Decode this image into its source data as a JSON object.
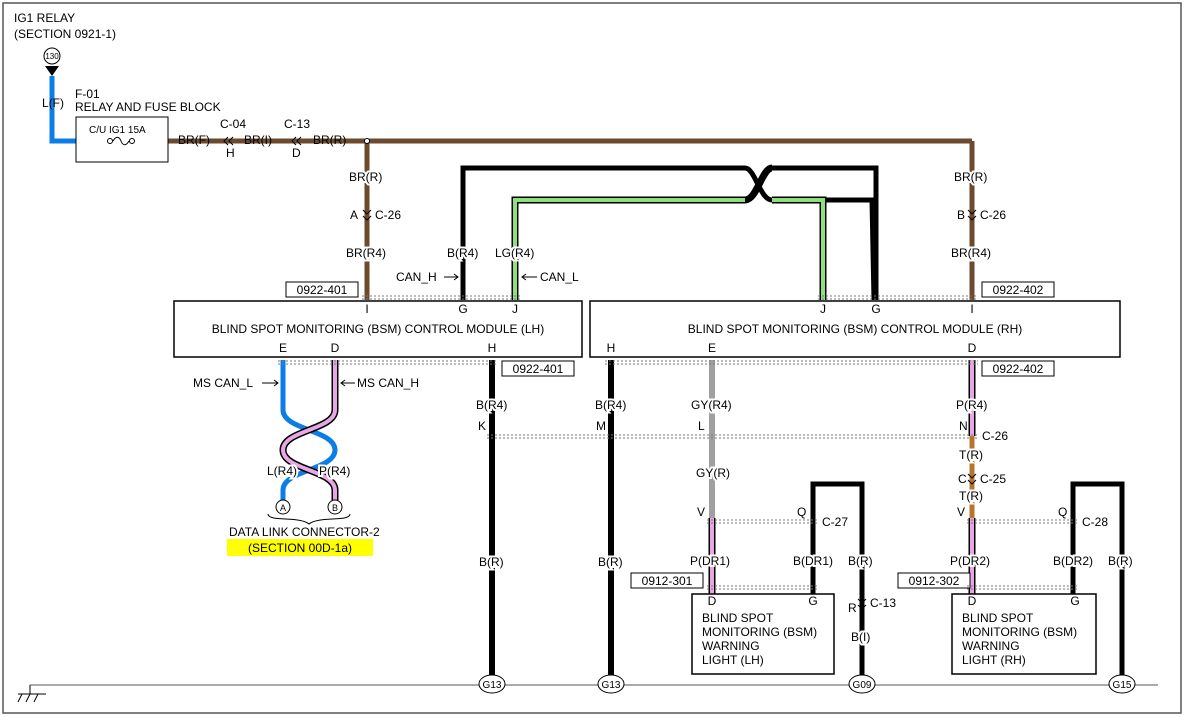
{
  "source": {
    "title": "IG1 RELAY",
    "section": "(SECTION 0921-1)",
    "terminal": "130"
  },
  "fuse_block": {
    "id": "F-01",
    "name": "RELAY AND FUSE BLOCK",
    "fuse": "C/U IG1 15A"
  },
  "colors": {
    "L": "#0a7de6",
    "BR": "#6b4a2e",
    "B": "#000000",
    "LG": "#8ee07a",
    "P": "#e9a6e4",
    "GY": "#a0a0a0",
    "T": "#b8742c",
    "highlight": "#ffff00"
  },
  "wires": {
    "lf": "L(F)",
    "brf": "BR(F)",
    "bri": "BR(I)",
    "brr_top": "BR(R)",
    "brr_lh": "BR(R)",
    "br4_lh": "BR(R4)",
    "b4_canh": "B(R4)",
    "lg4": "LG(R4)",
    "brr_rh": "BR(R)",
    "br4_rh": "BR(R4)",
    "ms_l4": "L(R4)",
    "ms_p4": "P(R4)",
    "lh_b4": "B(R4)",
    "lh_br": "B(R)",
    "rhh_b4": "B(R4)",
    "rhh_br": "B(R)",
    "gy4": "GY(R4)",
    "gyr": "GY(R)",
    "pdr1": "P(DR1)",
    "bdr1": "B(DR1)",
    "br_g09": "B(R)",
    "bi_g09": "B(I)",
    "p4_rh": "P(R4)",
    "tr1": "T(R)",
    "tr2": "T(R)",
    "pdr2": "P(DR2)",
    "bdr2": "B(DR2)",
    "br_g15": "B(R)"
  },
  "connectors": {
    "c04": "C-04",
    "c04_pin": "H",
    "c13": "C-13",
    "c13_pin": "D",
    "c26_lh": "C-26",
    "c26_lh_pin": "A",
    "c26_rh": "C-26",
    "c26_rh_pin": "B",
    "c26_mid": "C-26",
    "pin_k": "K",
    "pin_m": "M",
    "pin_l": "L",
    "pin_n": "N",
    "c25": "C-25",
    "c25_pin": "C",
    "c27": "C-27",
    "c27_v": "V",
    "c27_q": "Q",
    "c28": "C-28",
    "c28_v": "V",
    "c28_q": "Q",
    "c13b": "C-13",
    "c13b_pin": "R"
  },
  "signals": {
    "can_h": "CAN_H",
    "can_l": "CAN_L",
    "ms_can_l": "MS CAN_L",
    "ms_can_h": "MS CAN_H"
  },
  "modules": {
    "lh": {
      "name": "BLIND SPOT MONITORING (BSM) CONTROL MODULE (LH)",
      "ref_top": "0922-401",
      "ref_bottom": "0922-401",
      "pins_top": [
        "I",
        "G",
        "J"
      ],
      "pins_bottom": [
        "E",
        "D",
        "H"
      ]
    },
    "rh": {
      "name": "BLIND SPOT MONITORING (BSM) CONTROL MODULE (RH)",
      "ref_top": "0922-402",
      "ref_bottom": "0922-402",
      "pins_top": [
        "J",
        "G",
        "I"
      ],
      "pins_bottom": [
        "H",
        "E",
        "D"
      ]
    },
    "warn_lh": {
      "lines": [
        "BLIND SPOT",
        "MONITORING (BSM)",
        "WARNING",
        "LIGHT (LH)"
      ],
      "ref": "0912-301",
      "pins": [
        "D",
        "G"
      ]
    },
    "warn_rh": {
      "lines": [
        "BLIND SPOT",
        "MONITORING (BSM)",
        "WARNING",
        "LIGHT (RH)"
      ],
      "ref": "0912-302",
      "pins": [
        "D",
        "G"
      ]
    }
  },
  "dlc": {
    "name": "DATA LINK CONNECTOR-2",
    "section": "(SECTION 00D-1a)",
    "pin_a": "A",
    "pin_b": "B"
  },
  "grounds": [
    "G13",
    "G13",
    "G09",
    "G15"
  ]
}
